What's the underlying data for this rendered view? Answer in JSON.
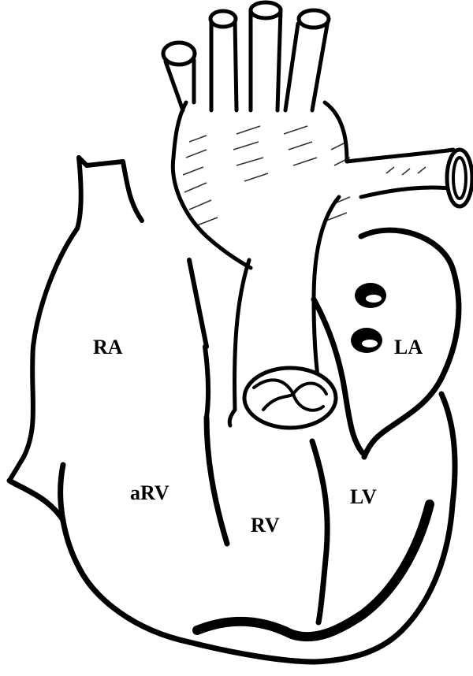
{
  "diagram": {
    "labels": {
      "ra": "RA",
      "la": "LA",
      "arv": "aRV",
      "rv": "RV",
      "lv": "LV"
    },
    "colors": {
      "ink": "#000000",
      "paper": "#ffffff"
    }
  }
}
